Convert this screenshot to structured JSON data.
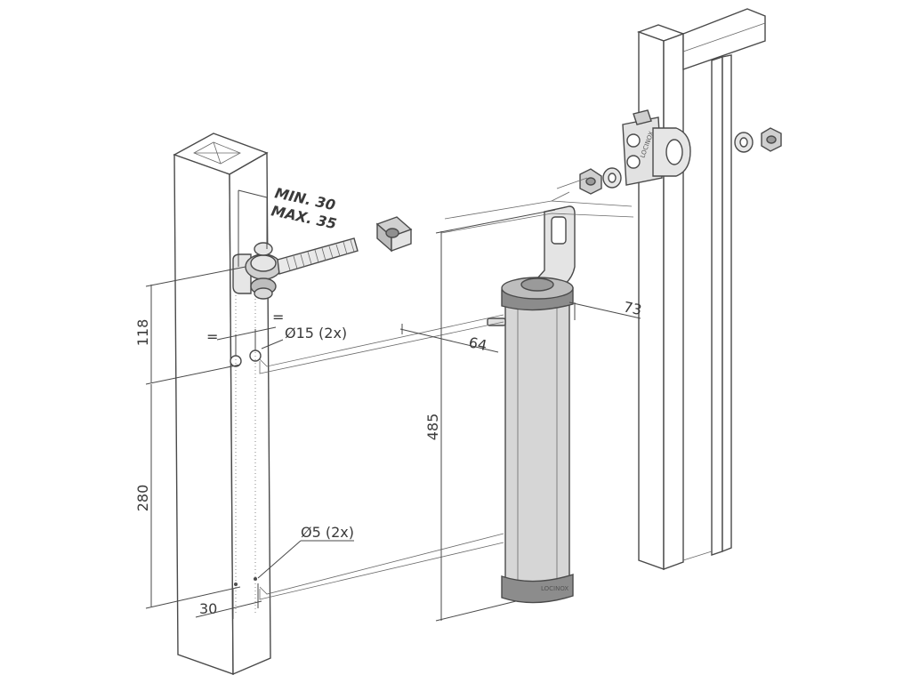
{
  "dimensions": {
    "min_clearance": "MIN. 30",
    "max_clearance": "MAX. 35",
    "height_upper": "118",
    "height_lower": "280",
    "post_offset": "30",
    "large_hole": "Ø15 (2x)",
    "small_hole": "Ø5 (2x)",
    "closer_length": "485",
    "closer_depth": "64",
    "closer_width": "73",
    "equal_mark": "="
  },
  "brand": {
    "closer_label": "LOCINOX",
    "bracket_label": "LOCINOX"
  },
  "colors": {
    "line": "#4a4a4a",
    "post_fill": "#ffffff",
    "closer_body": "#d6d6d6",
    "closer_cap": "#8c8c8c",
    "metal": "#bdbdbd"
  }
}
